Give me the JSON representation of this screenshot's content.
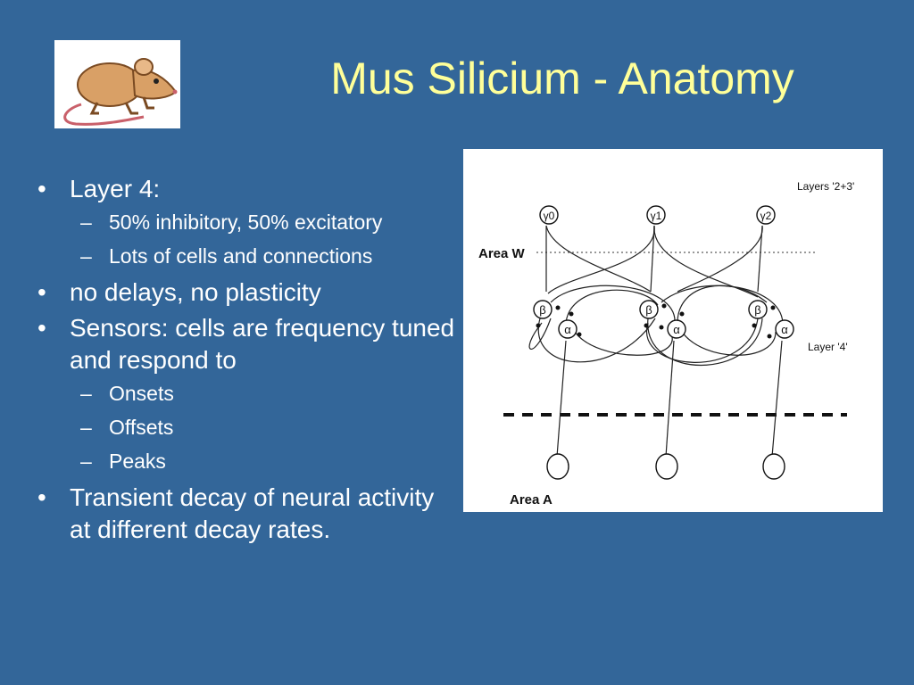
{
  "slide": {
    "title": "Mus Silicium - Anatomy",
    "background_color": "#336699",
    "title_color": "#ffff99",
    "text_color": "#ffffff",
    "logo_icon": "mouse-icon"
  },
  "bullets": [
    {
      "level": 1,
      "marker": "•",
      "text": "Layer 4:"
    },
    {
      "level": 2,
      "marker": "–",
      "text": "50% inhibitory, 50% excitatory"
    },
    {
      "level": 2,
      "marker": "–",
      "text": "Lots of cells and connections"
    },
    {
      "level": 1,
      "marker": "•",
      "text": "no delays, no plasticity"
    },
    {
      "level": 1,
      "marker": "•",
      "text": "Sensors: cells are frequency tuned and respond to"
    },
    {
      "level": 2,
      "marker": "–",
      "text": "Onsets"
    },
    {
      "level": 2,
      "marker": "–",
      "text": "Offsets"
    },
    {
      "level": 2,
      "marker": "–",
      "text": "Peaks"
    },
    {
      "level": 1,
      "marker": "•",
      "text": "Transient decay of neural activity at different decay rates."
    }
  ],
  "figure": {
    "layers_23_label": "Layers '2+3'",
    "layer_4_label": "Layer '4'",
    "area_w_label": "Area W",
    "area_a_label": "Area A",
    "gamma_labels": [
      "γ0",
      "γ1",
      "γ2"
    ],
    "beta_label": "β",
    "alpha_label": "α"
  }
}
